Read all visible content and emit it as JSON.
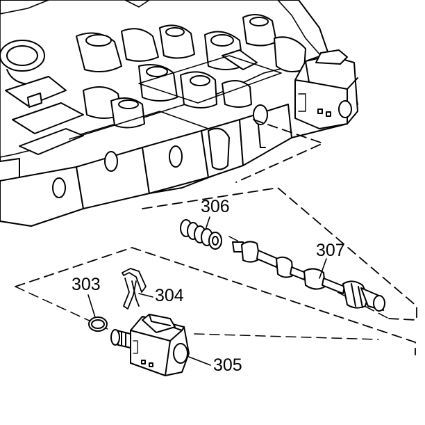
{
  "callouts": {
    "c303": "303",
    "c304": "304",
    "c305": "305",
    "c306": "306",
    "c307": "307"
  },
  "colors": {
    "ink": "#000000",
    "paper": "#ffffff"
  }
}
